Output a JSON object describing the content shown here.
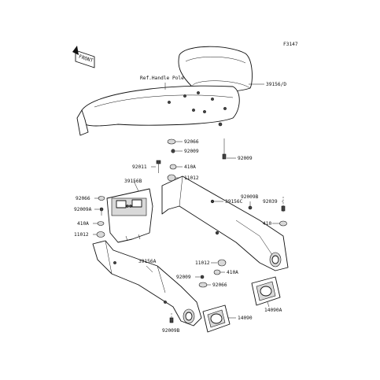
{
  "code": "F3147",
  "front_label": "FRONT",
  "labels": {
    "ref_handle_pole": "Ref.Handle Pole",
    "p39156D": "39156/D",
    "p92066_top": "92066",
    "p92009_top": "92009",
    "p92009_right": "92009",
    "p92011": "92011",
    "p410A_top": "410A",
    "p11012_top": "11012",
    "p39156B": "39156B",
    "p92066_left": "92066",
    "p92009A": "92009A",
    "p410A_left": "410A",
    "p11012_left": "11012",
    "p39156C": "39156C",
    "p92009B_top": "92009B",
    "p92039": "92039",
    "p410": "410",
    "p39156A": "39156A",
    "p11012_mid": "11012",
    "p410A_mid": "410A",
    "p92009_mid": "92009",
    "p92066_mid": "92066",
    "p14090A": "14090A",
    "p14090": "14090",
    "p92009B_bottom": "92009B"
  }
}
